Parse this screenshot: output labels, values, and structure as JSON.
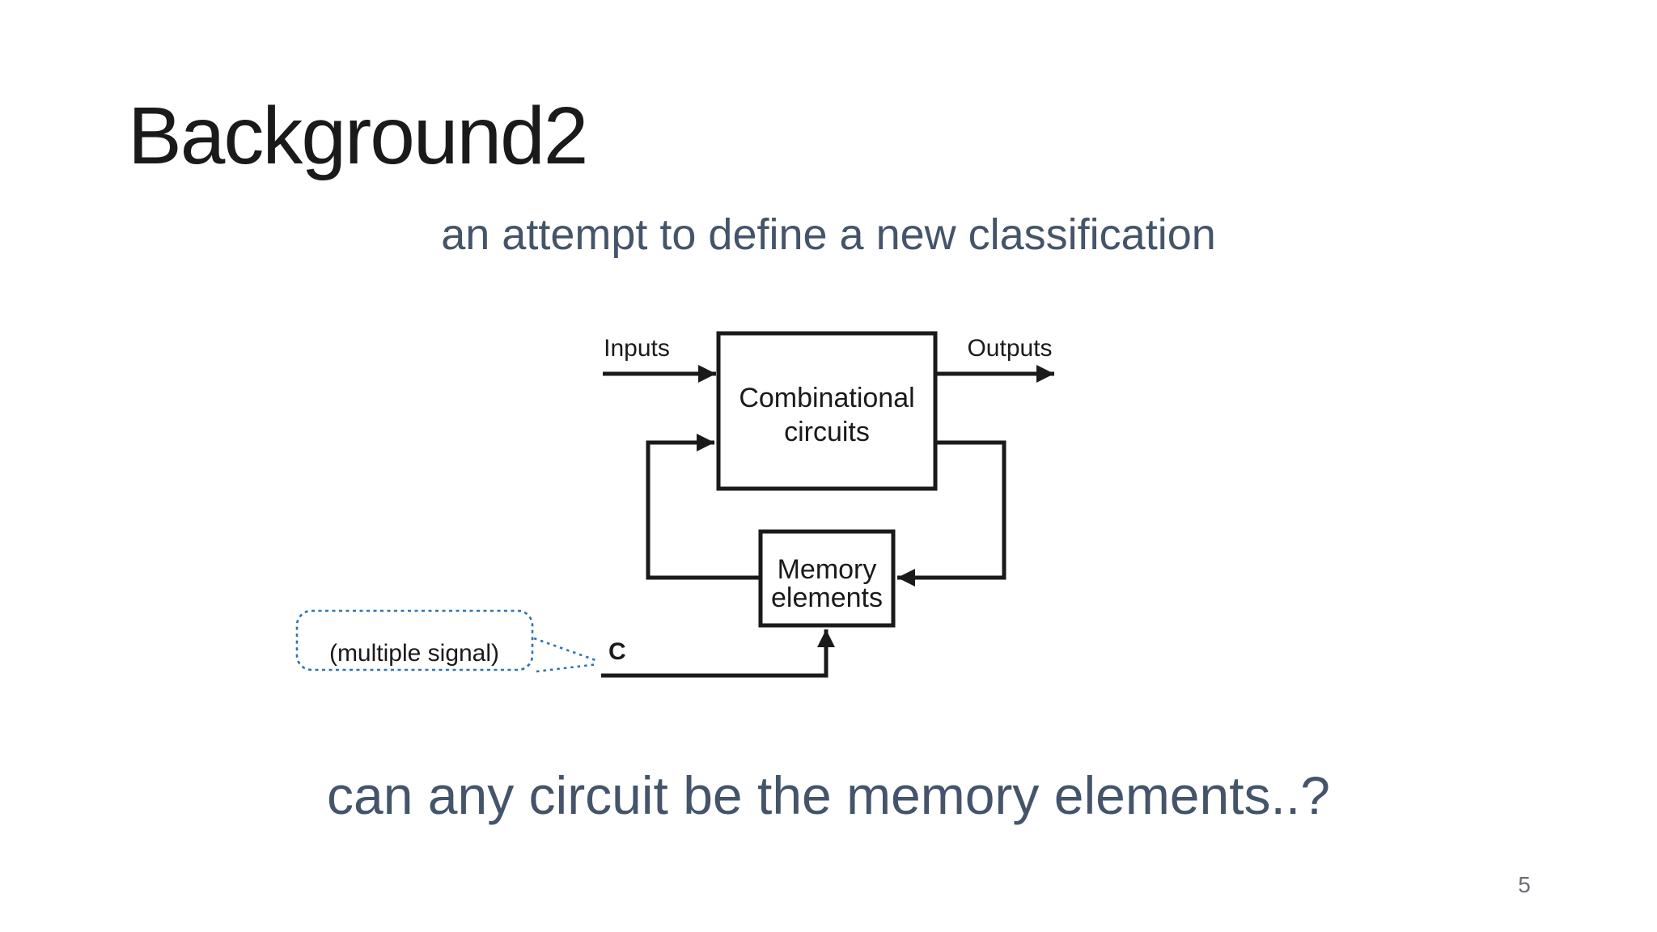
{
  "slide": {
    "title": "Background2",
    "subtitle": "an attempt to define a new classification",
    "question": "can any circuit be the memory elements..?",
    "page_number": "5"
  },
  "diagram": {
    "inputs_label": "Inputs",
    "outputs_label": "Outputs",
    "combinational_box": {
      "line1": "Combinational",
      "line2": "circuits"
    },
    "memory_box": {
      "line1": "Memory",
      "line2": "elements"
    },
    "clock_label": "C",
    "callout_label": "(multiple signal)"
  },
  "colors": {
    "background": "#ffffff",
    "title_text": "#1a1a1a",
    "slate_text": "#44546A",
    "diagram_ink": "#1a1a1a",
    "callout_border": "#2E74B5",
    "page_number": "#6d6d75"
  }
}
